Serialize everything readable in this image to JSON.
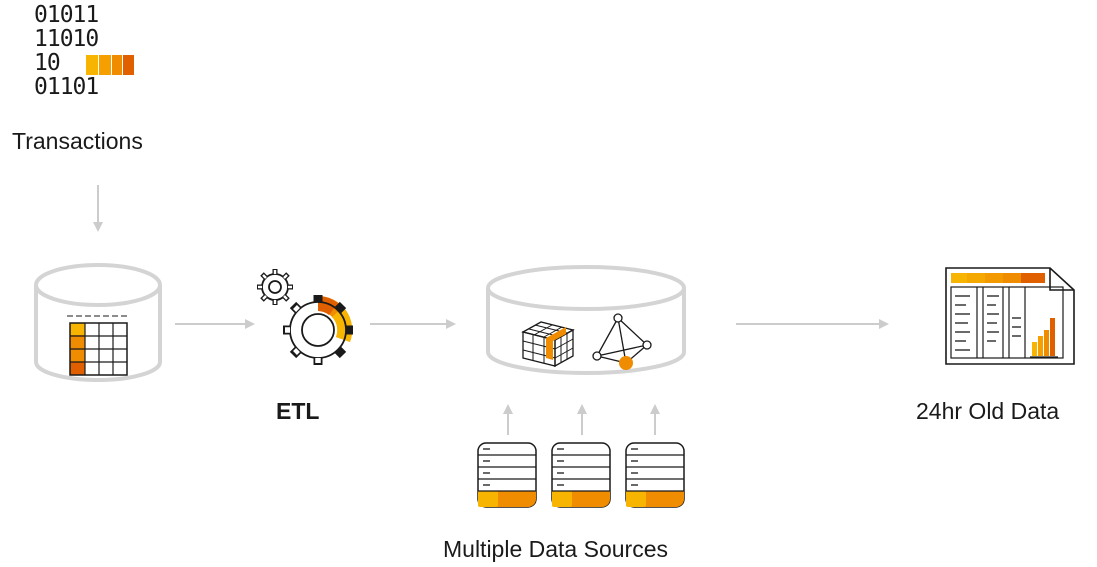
{
  "labels": {
    "transactions": "Transactions",
    "etl": "ETL",
    "old_data": "24hr Old Data",
    "sources": "Multiple Data Sources"
  },
  "binary_rows": [
    "01011",
    "11010",
    "10",
    "01101"
  ],
  "colors": {
    "accent_orange": "#f08c00",
    "accent_dark_orange": "#e06000",
    "accent_light": "#f7b400",
    "db_outline": "#d4d4d4",
    "arrow": "#cccccc",
    "text": "#1a1a1a"
  },
  "icons": {
    "binary": "binary-data-icon",
    "source_db": "database-icon",
    "etl": "gears-icon",
    "warehouse": "data-warehouse-icon",
    "report": "spreadsheet-report-icon"
  }
}
